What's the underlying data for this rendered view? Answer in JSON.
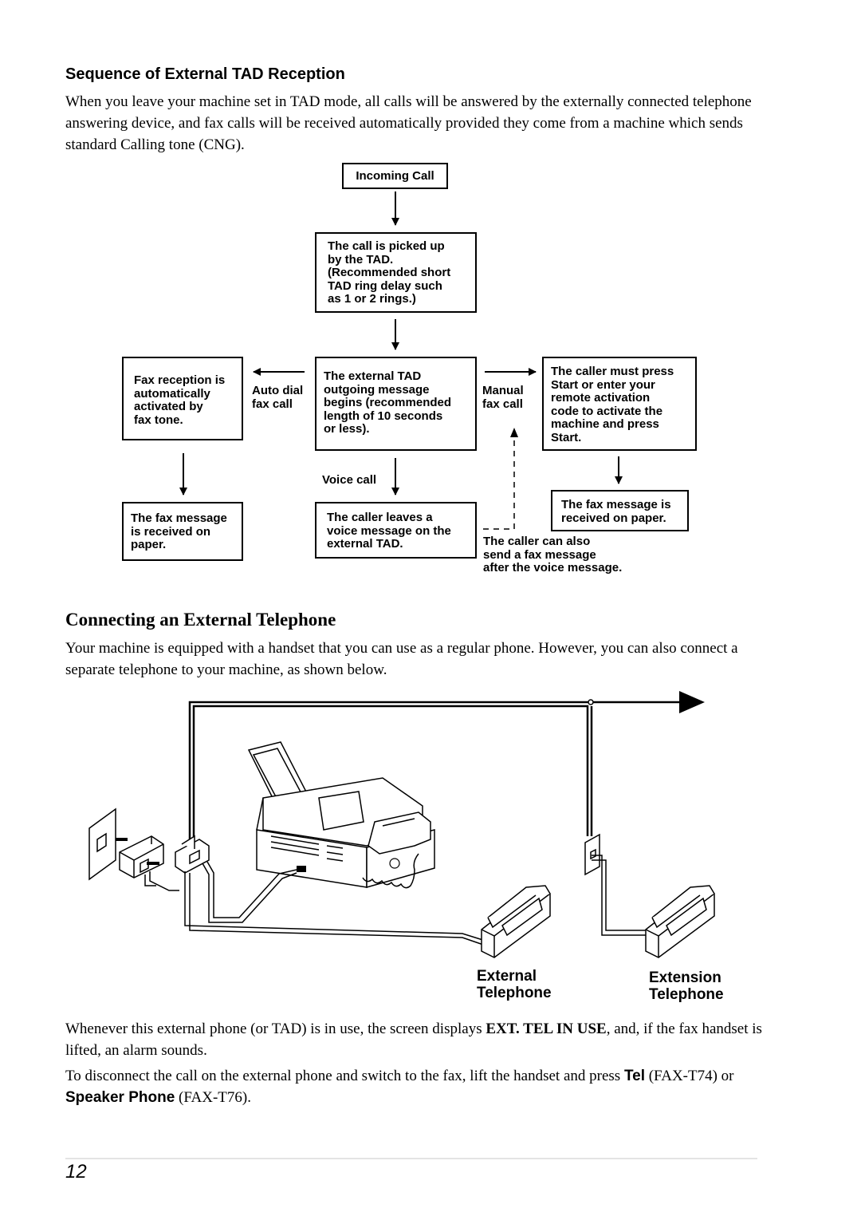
{
  "section1": {
    "heading": "Sequence of External TAD Reception",
    "intro": "When you leave your machine set in TAD mode, all calls will be answered by the externally connected telephone answering device, and fax calls will be received automatically provided they come from a machine which sends standard Calling tone (CNG)."
  },
  "flowchart": {
    "incoming": "Incoming Call",
    "pickup": "The call is picked up\nby the TAD.\n(Recommended short\nTAD ring delay such\nas 1 or 2 rings.)",
    "external_tad": "The external TAD\noutgoing message\nbegins (recommended\nlength of 10 seconds\nor less).",
    "fax_reception": "Fax reception is\nautomatically\nactivated by\nfax tone.",
    "caller_must_press": "The caller must press\nStart or enter your\nremote activation\ncode to activate the\nmachine and press\nStart.",
    "fax_received_left": "The fax message\nis received on\npaper.",
    "caller_leaves": "The caller leaves a\nvoice message on the\nexternal TAD.",
    "fax_received_right": "The fax message is\nreceived on paper.",
    "auto_dial": "Auto dial\nfax call",
    "manual": "Manual\nfax call",
    "voice_call": "Voice call",
    "caller_can_also": "The caller can also\nsend a fax message\nafter the voice message."
  },
  "section2": {
    "heading": "Connecting an External Telephone",
    "intro": "Your machine is equipped with a handset that you can use as a regular phone. However, you can also connect a separate telephone to your machine, as shown below."
  },
  "illustration": {
    "external_label": "External\nTelephone",
    "extension_label": "Extension\nTelephone"
  },
  "notes": {
    "p1_before": "Whenever this external phone (or TAD) is in use, the screen displays ",
    "p1_bold": "EXT. TEL IN USE",
    "p1_after": ", and, if the fax handset is lifted, an alarm sounds.",
    "p2_before": "To disconnect the call on the external phone and switch to the fax, lift the handset and press ",
    "p2_key1": "Tel",
    "p2_mid": " (FAX-T74) or ",
    "p2_key2": "Speaker Phone",
    "p2_after": " (FAX-T76)."
  },
  "footer": {
    "page_number": "12"
  }
}
